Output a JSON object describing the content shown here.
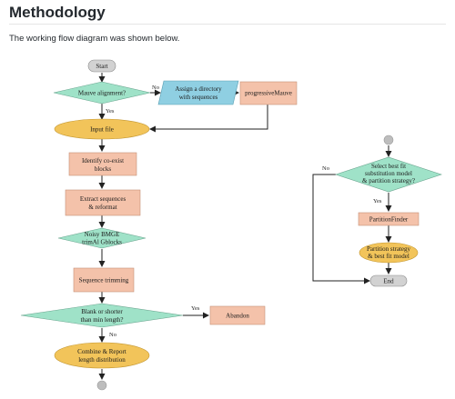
{
  "section": {
    "title": "Methodology",
    "intro": "The working flow diagram was shown below."
  },
  "colors": {
    "terminal": "#d2d2d2",
    "decision": "#9fe2c8",
    "process": "#f4c2aa",
    "data_io": "#8fcfe2",
    "ellipse": "#f2c45a",
    "connector": "#bdbdbd"
  },
  "flowchart": {
    "start": "Start",
    "q_alignment": "Mauve alignment?",
    "no_1": "No",
    "yes_1": "Yes",
    "assign_directory": [
      "Assign a directory",
      "with sequences"
    ],
    "progressive_mauve": "progressiveMauve",
    "input_file": "Input file",
    "identify_blocks": [
      "Identify co-exist",
      "blocks"
    ],
    "extract_sequences": [
      "Extract sequences",
      "& reformat"
    ],
    "noisy_filters": [
      "Noisy  BMGE",
      "trimAl  Gblocks"
    ],
    "sequence_trimming": "Sequence trimming",
    "q_blank": [
      "Blank or shorter",
      "than min length?"
    ],
    "yes_2": "Yes",
    "no_2": "No",
    "abandon": "Abandon",
    "combine_report": [
      "Combine & Report",
      "length distribution"
    ],
    "q_best_fit": [
      "Select best fit",
      "substitution model",
      "& partition strategy?"
    ],
    "no_3": "No",
    "yes_3": "Yes",
    "partition_finder": "PartitionFinder",
    "partition_strategy": [
      "Partition strategy",
      "& best fit model"
    ],
    "end": "End"
  }
}
